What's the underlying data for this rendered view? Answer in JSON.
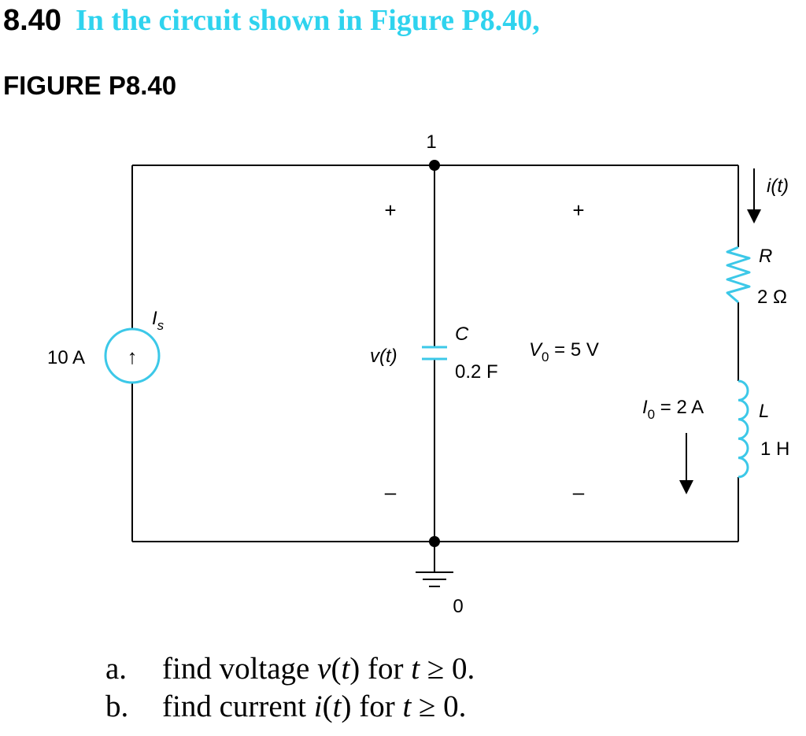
{
  "header": {
    "number": "8.40",
    "title": "In the circuit shown in Figure P8.40,",
    "title_color": "#2fd3ee"
  },
  "figure": {
    "label": "FIGURE P8.40",
    "accent_color": "#3cc8e8",
    "node_top": "1",
    "node_ground": "0",
    "source_value": "10 A",
    "source_label": "I",
    "source_label_sub": "s",
    "source_arrow": "↑",
    "voltage_label": "v(t)",
    "plus": "+",
    "minus": "–",
    "cap_name": "C",
    "cap_value": "0.2 F",
    "v0_name": "V",
    "v0_sub": "0",
    "v0_rest": " = 5 V",
    "current_label": "i(t)",
    "res_name": "R",
    "res_value": "2 Ω",
    "i0_name": "I",
    "i0_sub": "0",
    "i0_rest": " = 2 A",
    "ind_name": "L",
    "ind_value": "1 H"
  },
  "questions": [
    {
      "letter": "a.",
      "pre": "find voltage ",
      "var": "v",
      "paren": "(",
      "arg": "t",
      "close": ")",
      "mid": " for ",
      "t": "t",
      "rest": " ≥ 0."
    },
    {
      "letter": "b.",
      "pre": "find current ",
      "var": "i",
      "paren": "(",
      "arg": "t",
      "close": ")",
      "mid": " for ",
      "t": "t",
      "rest": " ≥ 0."
    }
  ]
}
